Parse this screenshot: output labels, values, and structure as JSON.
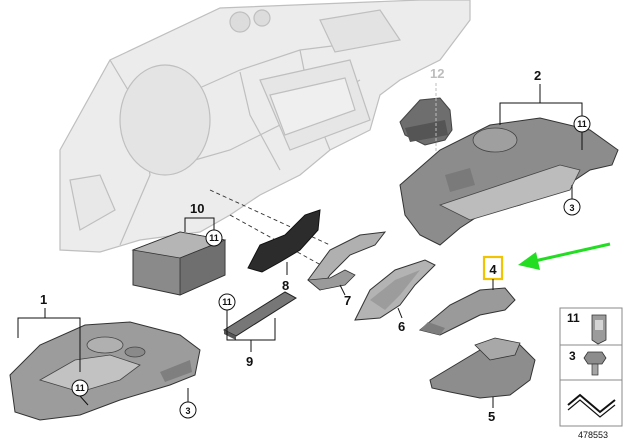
{
  "callouts": {
    "c1": "1",
    "c2": "2",
    "c3a": "3",
    "c3b": "3",
    "c4": "4",
    "c5": "5",
    "c6": "6",
    "c7": "7",
    "c8": "8",
    "c9": "9",
    "c10": "10",
    "c11a": "11",
    "c11b": "11",
    "c11c": "11",
    "c11d": "11",
    "c12": "12"
  },
  "side_panel": {
    "label_11": "11",
    "label_3": "3"
  },
  "doc_number": "478553",
  "highlight": {
    "label": "4",
    "box_color": "#f2c300",
    "arrow_color": "#22dd22"
  }
}
